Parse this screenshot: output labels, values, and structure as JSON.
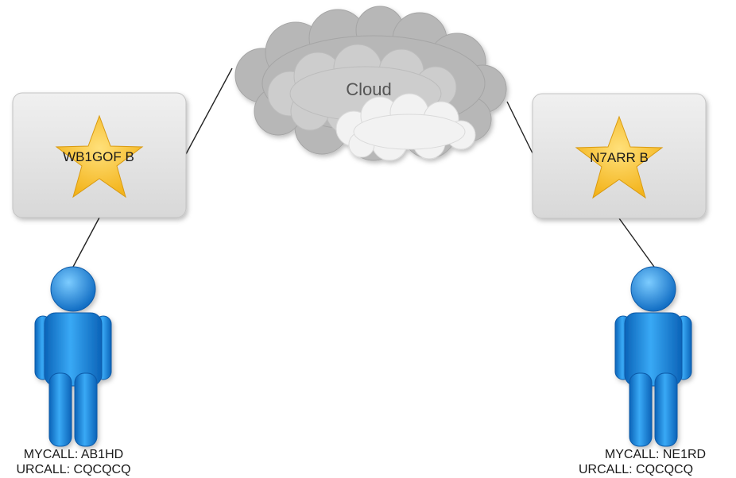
{
  "cloud": {
    "label": "Cloud"
  },
  "repeaters": [
    {
      "callsign": "WB1GOF B"
    },
    {
      "callsign": "N7ARR B"
    }
  ],
  "users": [
    {
      "mycall": "MYCALL: AB1HD",
      "urcall": "URCALL: CQCQCQ"
    },
    {
      "mycall": "MYCALL: NE1RD",
      "urcall": "URCALL: CQCQCQ"
    }
  ],
  "colors": {
    "node_fill": "#e6e6e6",
    "star_fill": "#f7c22b",
    "user_fill": "#1f8fe0",
    "cloud_fill": "#bfbfbf",
    "link_stroke": "#222222"
  }
}
